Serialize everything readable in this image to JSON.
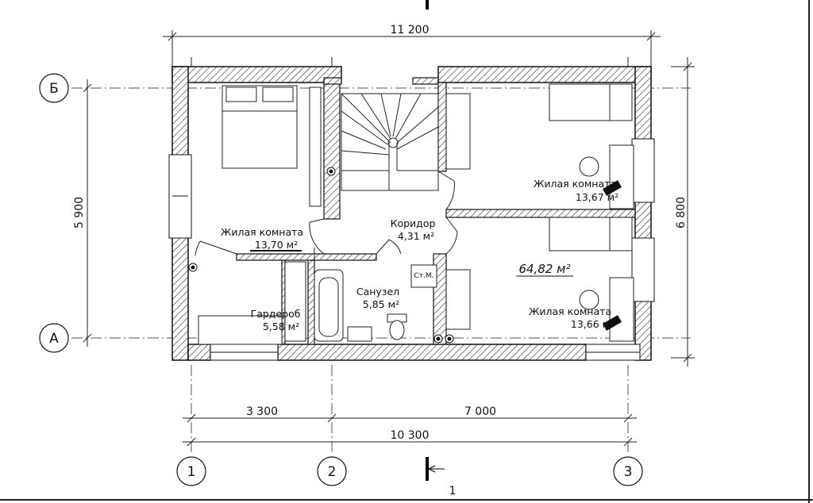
{
  "dimensions": {
    "top_overall": "11 200",
    "bottom_left": "3 300",
    "bottom_right": "7 000",
    "bottom_overall": "10 300",
    "left_height": "5 900",
    "right_height": "6 800"
  },
  "axes": {
    "letters": [
      "Б",
      "А"
    ],
    "numbers": [
      "1",
      "2",
      "3"
    ]
  },
  "section_mark": "1",
  "total_area": "64,82 м²",
  "rooms": [
    {
      "name": "Жилая комната",
      "area": "13,70 м²"
    },
    {
      "name": "Коридор",
      "area": "4,31 м²"
    },
    {
      "name": "Жилая комната",
      "area": "13,67 м²"
    },
    {
      "name": "Санузел",
      "area": "5,85 м²"
    },
    {
      "name": "Гардероб",
      "area": "5,58 м²"
    },
    {
      "name": "Жилая комната",
      "area": "13,66 м²"
    }
  ],
  "riser_label": "Ст.М."
}
